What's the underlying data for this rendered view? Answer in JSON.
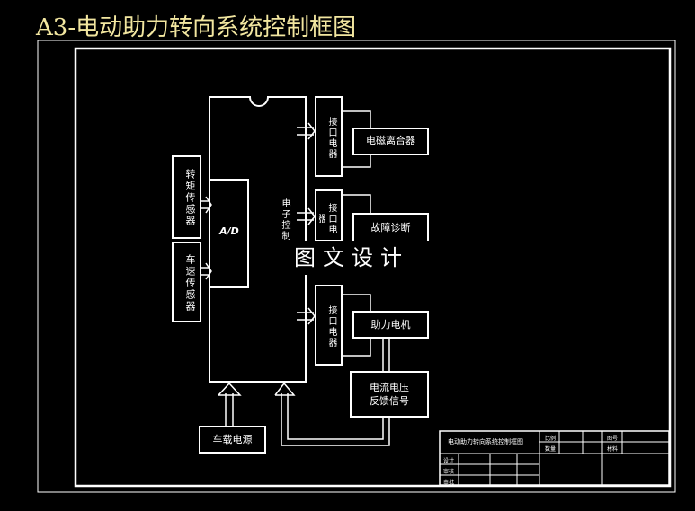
{
  "title": "A3-电动助力转向系统控制框图",
  "blocks": {
    "torque_sensor": "转矩传感器",
    "speed_sensor": "车速传感器",
    "ad": "A/D",
    "ecu": "电子控制",
    "interface_1": "接口电器",
    "interface_2": "接口电器",
    "interface_3": "接口电器",
    "clutch": "电磁离合器",
    "diagnosis": "故障诊断",
    "motor": "助力电机",
    "feedback_line1": "电流电压",
    "feedback_line2": "反馈信号",
    "power": "车载电源"
  },
  "watermark": "图文设计",
  "title_block": {
    "drawing_name": "电动助力转向系统控制框图",
    "scale_label": "比例",
    "quantity_label": "数量",
    "drawing_no_label": "图号",
    "material_label": "材料",
    "design_label": "设计",
    "check_label": "审核",
    "approve_label": "审批"
  },
  "colors": {
    "title": "#f2e6a0",
    "lines": "#ffffff",
    "background": "#000000"
  }
}
